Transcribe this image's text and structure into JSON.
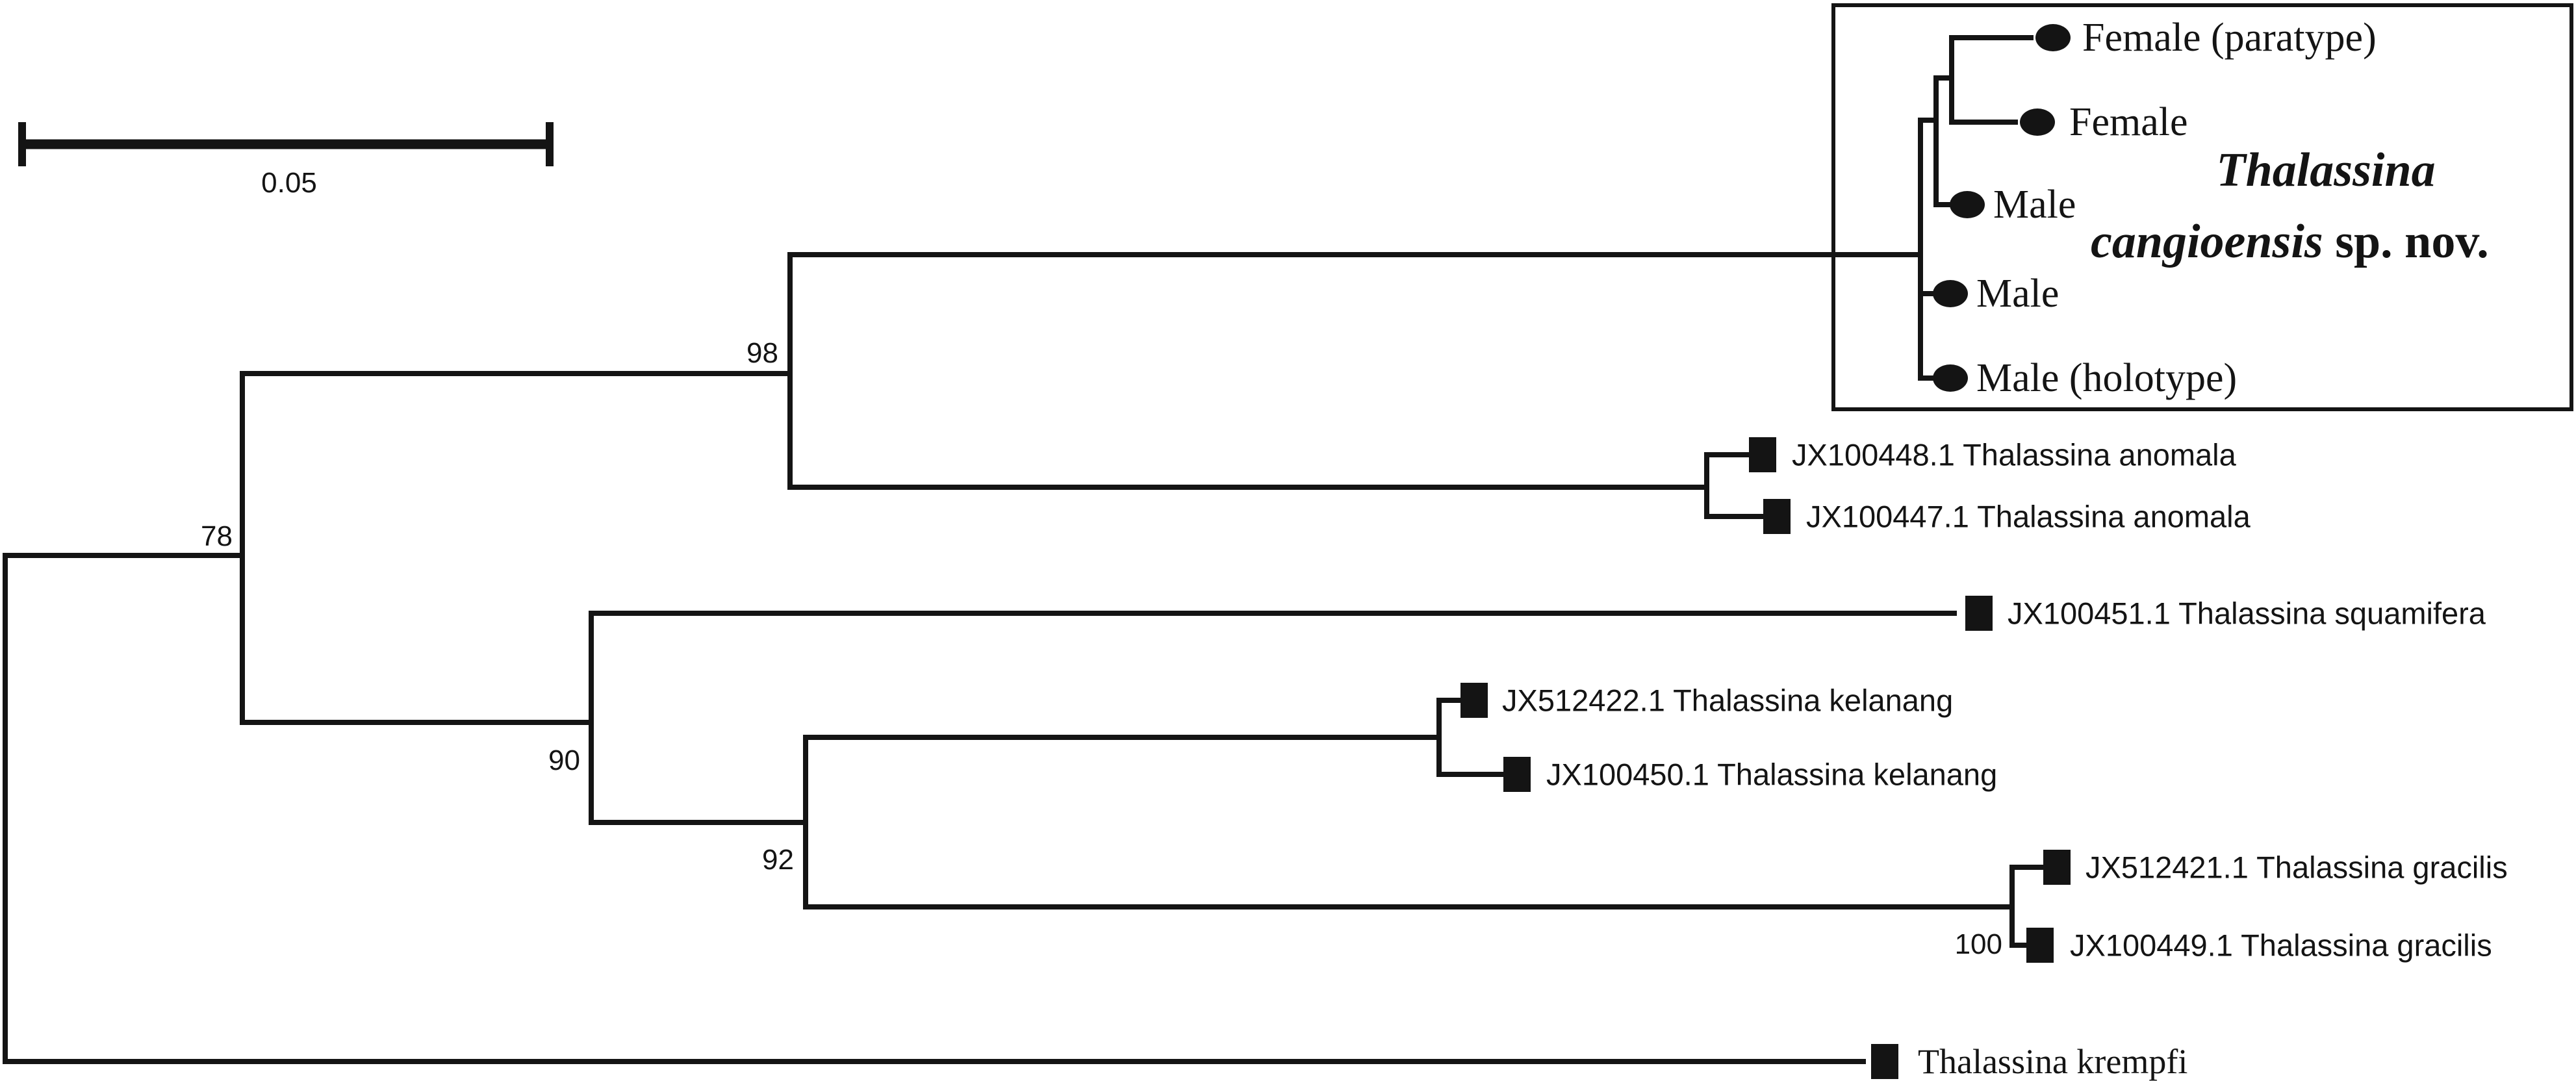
{
  "figure": {
    "type": "phylogenetic-tree",
    "ink_color": "#141414",
    "background_color": "#ffffff",
    "scale_bar": {
      "label": "0.05"
    },
    "support_values": {
      "n78": "78",
      "n98": "98",
      "n90": "90",
      "n92": "92",
      "n100": "100"
    },
    "new_species_box": {
      "genus": "Thalassina",
      "species_italic": "cangioensis",
      "species_suffix": " sp. nov.",
      "tips": [
        {
          "label": "Female (paratype)",
          "marker": "filled-circle"
        },
        {
          "label": "Female",
          "marker": "filled-circle"
        },
        {
          "label": "Male",
          "marker": "filled-circle"
        },
        {
          "label": "Male",
          "marker": "filled-circle"
        },
        {
          "label": "Male (holotype)",
          "marker": "filled-circle"
        }
      ]
    },
    "taxa": [
      {
        "label": "JX100448.1 Thalassina anomala",
        "marker": "filled-square"
      },
      {
        "label": "JX100447.1 Thalassina anomala",
        "marker": "filled-square"
      },
      {
        "label": "JX100451.1 Thalassina squamifera",
        "marker": "filled-square"
      },
      {
        "label": "JX512422.1 Thalassina kelanang",
        "marker": "filled-square"
      },
      {
        "label": "JX100450.1 Thalassina kelanang",
        "marker": "filled-square"
      },
      {
        "label": "JX512421.1 Thalassina gracilis",
        "marker": "filled-square"
      },
      {
        "label": "JX100449.1 Thalassina gracilis",
        "marker": "filled-square"
      },
      {
        "label": "Thalassina krempfi",
        "marker": "filled-square"
      }
    ],
    "topology": {
      "root_children": [
        "clade-78",
        "Thalassina krempfi"
      ],
      "clade-78": {
        "support": "78",
        "children": [
          "clade-98",
          "clade-90"
        ]
      },
      "clade-98": {
        "support": "98",
        "children": [
          "Thalassina cangioensis sp. nov. (5 specimens)",
          "Thalassina anomala (JX100448.1, JX100447.1)"
        ]
      },
      "clade-90": {
        "support": "90",
        "children": [
          "JX100451.1 Thalassina squamifera",
          "clade-92"
        ]
      },
      "clade-92": {
        "support": "92",
        "children": [
          "Thalassina kelanang (JX512422.1, JX100450.1)",
          "clade-100"
        ]
      },
      "clade-100": {
        "support": "100",
        "children": [
          "JX512421.1 Thalassina gracilis",
          "JX100449.1 Thalassina gracilis"
        ]
      }
    }
  }
}
